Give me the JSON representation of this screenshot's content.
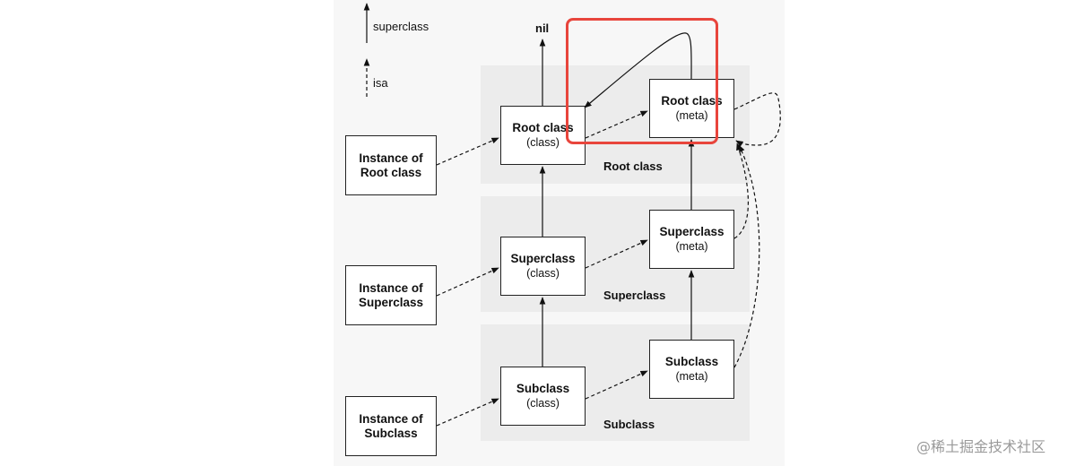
{
  "legend": {
    "superclass_label": "superclass",
    "isa_label": "isa"
  },
  "nil_label": "nil",
  "bands": [
    {
      "label": "Root class"
    },
    {
      "label": "Superclass"
    },
    {
      "label": "Subclass"
    }
  ],
  "instances": [
    {
      "line1": "Instance of",
      "line2": "Root class"
    },
    {
      "line1": "Instance of",
      "line2": "Superclass"
    },
    {
      "line1": "Instance of",
      "line2": "Subclass"
    }
  ],
  "classes": [
    {
      "title": "Root class",
      "sub": "(class)"
    },
    {
      "title": "Superclass",
      "sub": "(class)"
    },
    {
      "title": "Subclass",
      "sub": "(class)"
    }
  ],
  "metas": [
    {
      "title": "Root class",
      "sub": "(meta)"
    },
    {
      "title": "Superclass",
      "sub": "(meta)"
    },
    {
      "title": "Subclass",
      "sub": "(meta)"
    }
  ],
  "watermark": "@稀土掘金技术社区",
  "colors": {
    "highlight": "#e8453c",
    "band": "#ececec",
    "page": "#f7f7f7"
  }
}
